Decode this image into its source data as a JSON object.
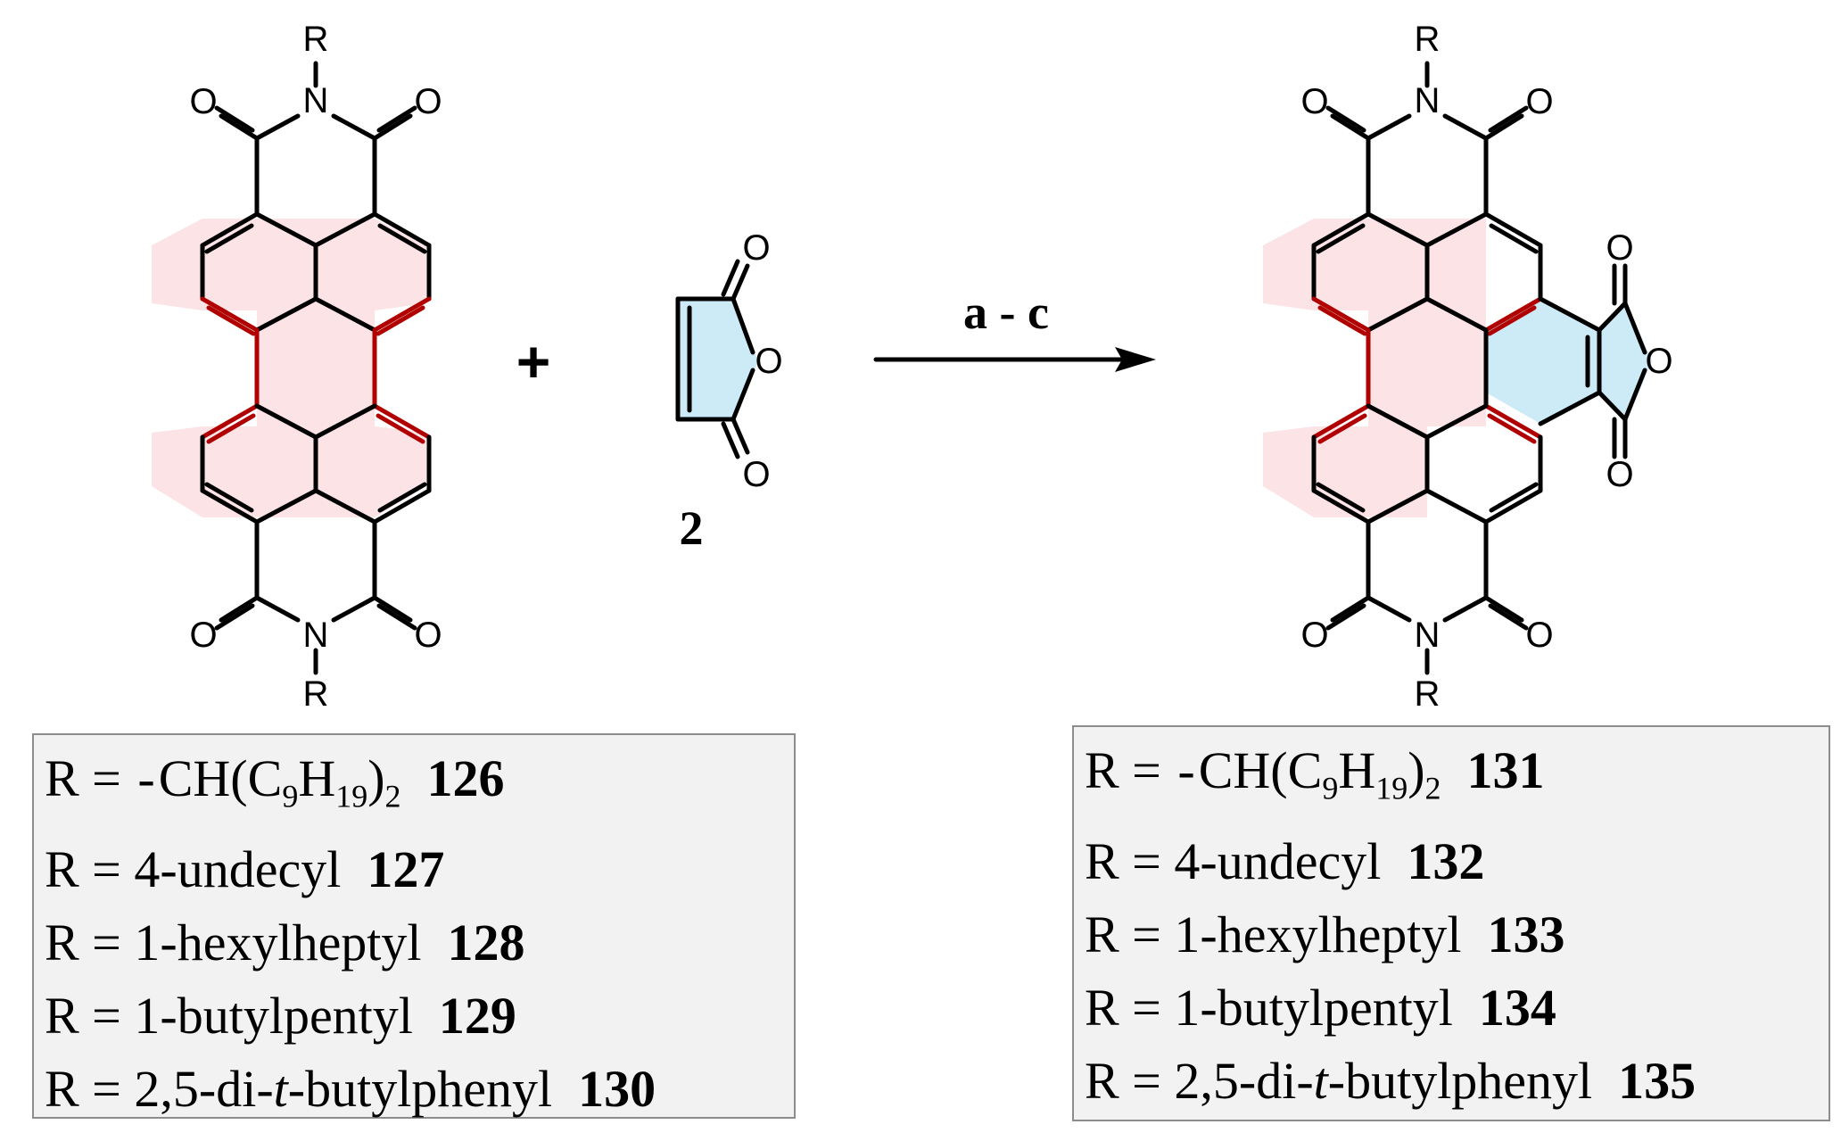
{
  "atoms": {
    "R": "R",
    "N": "N",
    "O": "O"
  },
  "plus": "+",
  "reagent_label": "2",
  "arrow_conditions": "a - c",
  "left_table": [
    {
      "prefix": "R = ",
      "dash": "-",
      "formula_pre": "CH(C",
      "sub1": "9",
      "formula_mid": "H",
      "sub2": "19",
      "formula_post": ")",
      "sub3": "2",
      "number": "126"
    },
    {
      "text": "R = 4-undecyl",
      "number": "127"
    },
    {
      "text": "R = 1-hexylheptyl",
      "number": "128"
    },
    {
      "text": "R = 1-butylpentyl",
      "number": "129"
    },
    {
      "text_pre": "R = 2,5-di-",
      "italic": "t",
      "text_post": "-butylphenyl",
      "number": "130"
    }
  ],
  "right_table": [
    {
      "prefix": "R = ",
      "dash": "-",
      "formula_pre": "CH(C",
      "sub1": "9",
      "formula_mid": "H",
      "sub2": "19",
      "formula_post": ")",
      "sub3": "2",
      "number": "131"
    },
    {
      "text": "R = 4-undecyl",
      "number": "132"
    },
    {
      "text": "R = 1-hexylheptyl",
      "number": "133"
    },
    {
      "text": "R = 1-butylpentyl",
      "number": "134"
    },
    {
      "text_pre": "R = 2,5-di-",
      "italic": "t",
      "text_post": "-butylphenyl",
      "number": "135"
    }
  ],
  "colors": {
    "ring_fill": "#fbe3e6",
    "anhydride_fill": "#cdeaf7",
    "red_bond": "#b00000",
    "box_bg": "#f2f2f2",
    "box_border": "#8c8c8c"
  }
}
